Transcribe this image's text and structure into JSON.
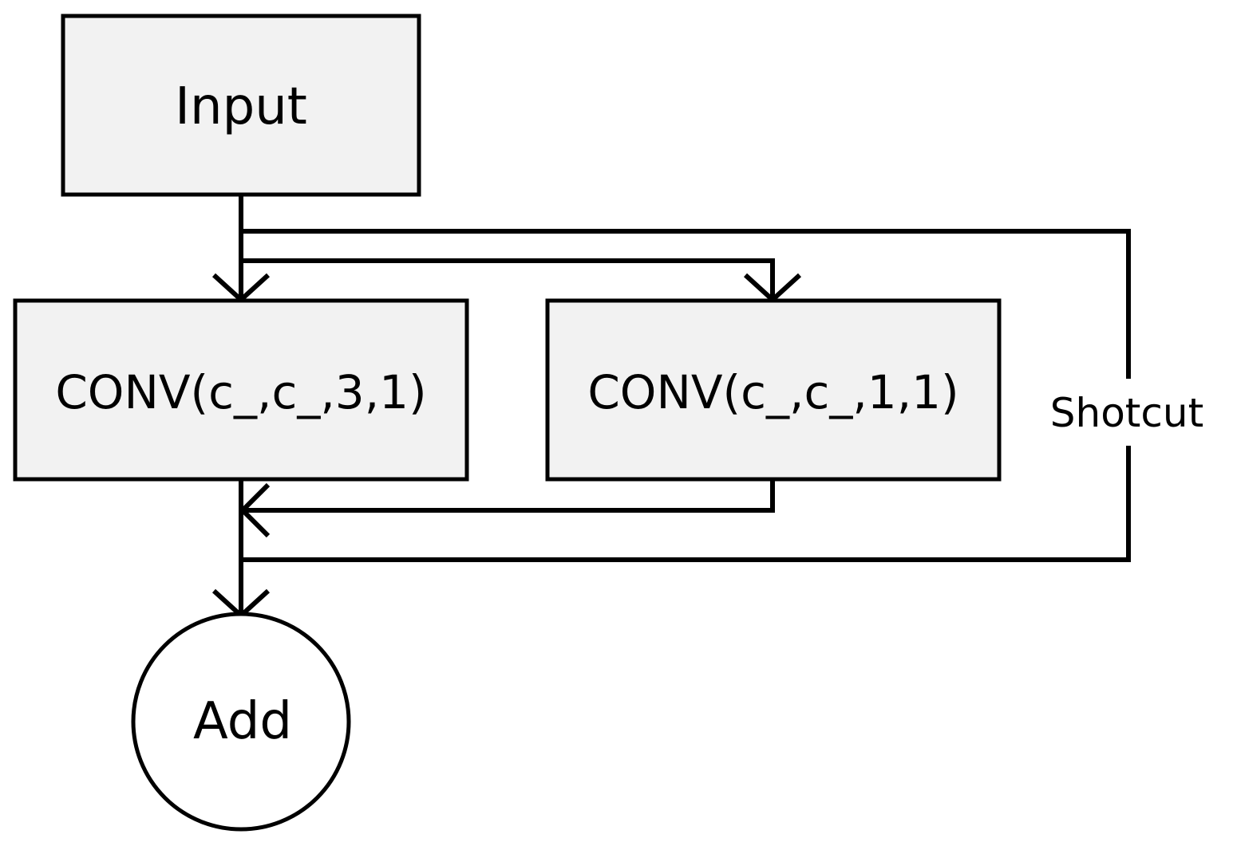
{
  "nodes": {
    "input": {
      "label": "Input"
    },
    "conv3": {
      "label": "CONV(c_,c_,3,1)"
    },
    "conv1": {
      "label": "CONV(c_,c_,1,1)"
    },
    "add": {
      "label": "Add"
    }
  },
  "edges": {
    "shortcut": {
      "label": "Shotcut"
    }
  },
  "colors": {
    "box_fill": "#f2f2f2",
    "stroke": "#000000",
    "background": "#ffffff"
  }
}
